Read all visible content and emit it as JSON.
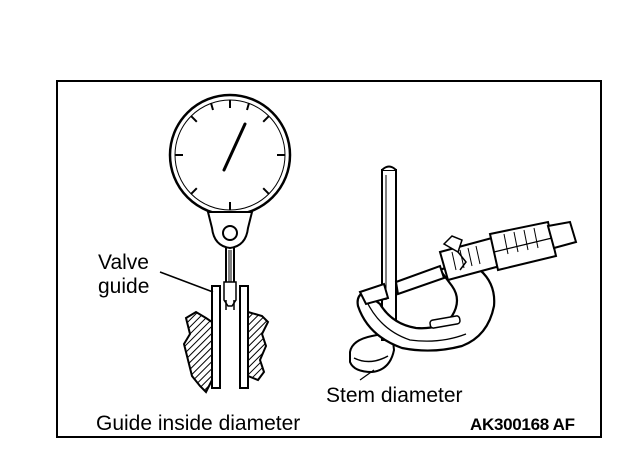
{
  "labels": {
    "valve_guide_line1": "Valve",
    "valve_guide_line2": "guide",
    "stem_diameter": "Stem diameter",
    "guide_inside_diameter": "Guide inside diameter",
    "figure_code": "AK300168 AF"
  },
  "icons": {
    "dial_gauge": "dial-gauge-icon",
    "micrometer": "micrometer-icon",
    "valve": "valve-icon"
  },
  "colors": {
    "line": "#000000",
    "fill": "#ffffff",
    "shade": "#d0d0d0"
  }
}
